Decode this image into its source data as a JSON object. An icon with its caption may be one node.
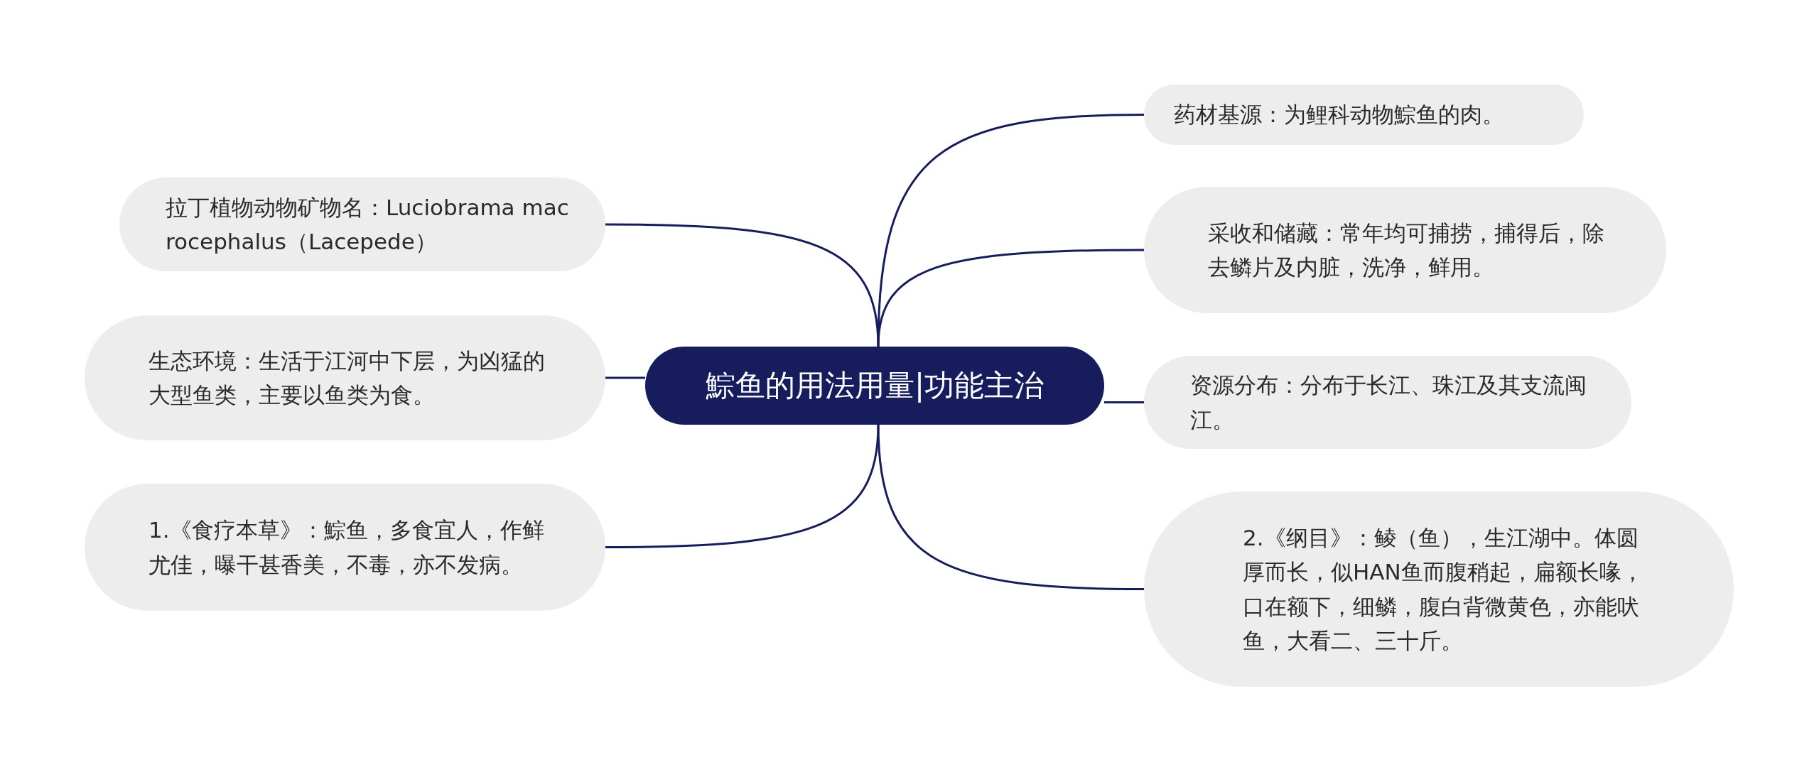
{
  "diagram": {
    "nodes": [
      {
        "text": [
          "鯮鱼的用法用量|功能主治"
        ]
      },
      {
        "text": [
          "拉丁植物动物矿物名：Luciobrama macrocephalus（Lacepede）"
        ]
      },
      {
        "text": [
          "生态环境：生活于江河中下层，为凶猛的大型鱼类，主要以鱼类为食。"
        ]
      },
      {
        "text": [
          "1.《食疗本草》：鯮鱼，多食宜人，作鲜尤佳，曝干甚香美，不毒，亦不发病。"
        ]
      },
      {
        "text": [
          "药材基源：为鲤科动物鯮鱼的肉。"
        ]
      },
      {
        "text": [
          "采收和储藏：常年均可捕捞，捕得后，除去鳞片及内脏，洗净，鲜用。"
        ]
      },
      {
        "text": [
          "资源分布：分布于长江、珠江及其支流闽江。"
        ]
      },
      {
        "text": [
          "2.《纲目》：鲮（鱼），生江湖中。体圆厚而长，似HAN鱼而腹稍起，扁额长喙，口在额下，细鳞，腹白背微黄色，亦能吠鱼，大看二、三十斤。"
        ]
      }
    ],
    "edges": [
      {
        "from": 0,
        "to": 1,
        "arrow": "none"
      },
      {
        "from": 0,
        "to": 2,
        "arrow": "none"
      },
      {
        "from": 0,
        "to": 3,
        "arrow": "none"
      },
      {
        "from": 0,
        "to": 4,
        "arrow": "none"
      },
      {
        "from": 0,
        "to": 5,
        "arrow": "none"
      },
      {
        "from": 0,
        "to": 6,
        "arrow": "none"
      },
      {
        "from": 0,
        "to": 7,
        "arrow": "none"
      }
    ]
  }
}
